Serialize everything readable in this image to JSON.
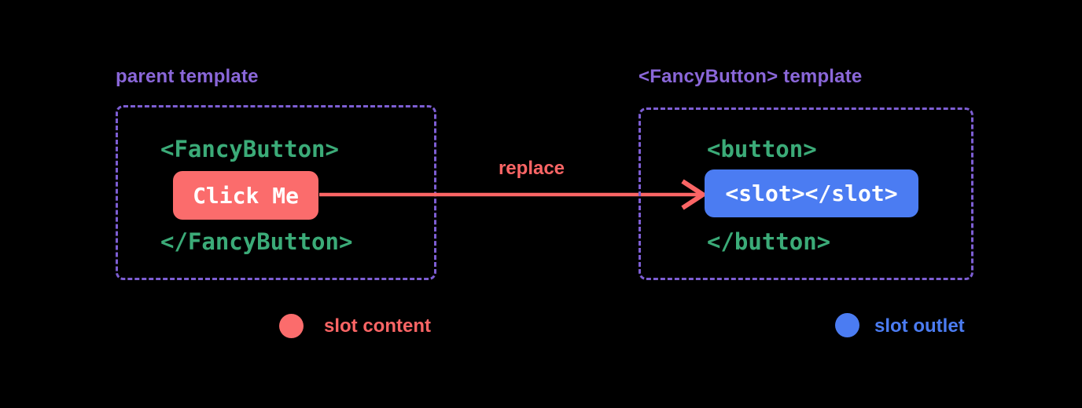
{
  "diagram": {
    "title_context": "Vue slot content replacement diagram",
    "colors": {
      "background": "#000000",
      "purple_label": "#8a67d9",
      "purple_border": "#7d5ed3",
      "green_code": "#3bab78",
      "red_accent": "#fb6c6c",
      "blue_accent": "#4b7cf2",
      "white_text": "#ffffff"
    },
    "parent": {
      "label": "parent template",
      "open_tag": "<FancyButton>",
      "button_text": "Click Me",
      "close_tag": "</FancyButton>"
    },
    "arrow": {
      "label": "replace"
    },
    "fancy": {
      "label": "<FancyButton> template",
      "open_tag": "<button>",
      "slot_text": "<slot></slot>",
      "close_tag": "</button>"
    },
    "legend": {
      "content": {
        "label": "slot content"
      },
      "outlet": {
        "label": "slot outlet"
      }
    }
  }
}
